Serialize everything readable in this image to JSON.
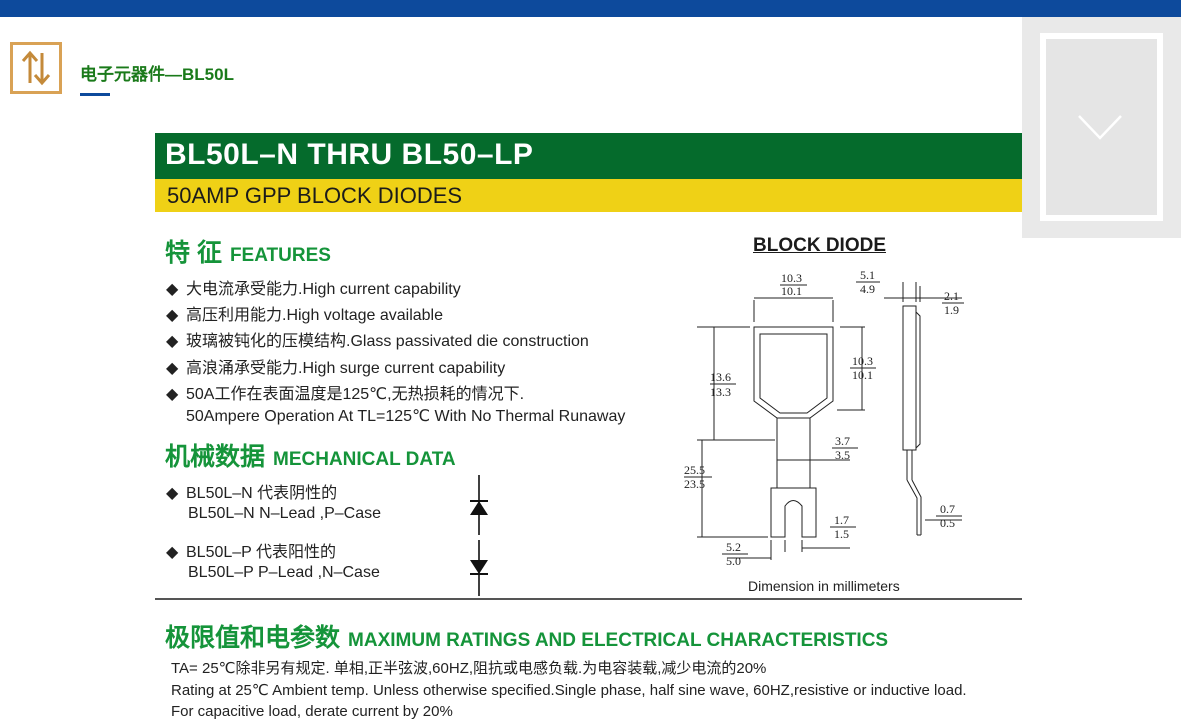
{
  "page": {
    "title": "电子元器件—BL50L"
  },
  "banner": {
    "title": "BL50L–N  THRU  BL50–LP",
    "subtitle": "50AMP GPP BLOCK DIODES"
  },
  "features": {
    "heading_cn": "特  征",
    "heading_en": "FEATURES",
    "items": [
      "大电流承受能力.High current capability",
      "高压利用能力.High voltage available",
      "玻璃被钝化的压模结构.Glass passivated die construction",
      "高浪涌承受能力.High surge current capability",
      "50A工作在表面温度是125℃,无热损耗的情况下."
    ],
    "item5_line2": "50Ampere Operation At TL=125℃ With No Thermal Runaway"
  },
  "mechanical": {
    "heading_cn": "机械数据",
    "heading_en": "MECHANICAL DATA",
    "n_title": "BL50L–N 代表阴性的",
    "n_detail": "BL50L–N   N–Lead  ,P–Case",
    "p_title": "BL50L–P 代表阳性的",
    "p_detail": "BL50L–P   P–Lead  ,N–Case"
  },
  "block_diode": {
    "title": "BLOCK DIODE",
    "caption": "Dimension in millimeters",
    "dims": {
      "top_width_max": "10.3",
      "top_width_min": "10.1",
      "thick_max": "5.1",
      "thick_min": "4.9",
      "tab_max": "2.1",
      "tab_min": "1.9",
      "body_h_max": "13.6",
      "body_h_min": "13.3",
      "inner_h_max": "10.3",
      "inner_h_min": "10.1",
      "neck_max": "3.7",
      "neck_min": "3.5",
      "total_h_max": "25.5",
      "total_h_min": "23.5",
      "lead_max": "0.7",
      "lead_min": "0.5",
      "slot_max": "1.7",
      "slot_min": "1.5",
      "foot_max": "5.2",
      "foot_min": "5.0"
    }
  },
  "ratings": {
    "heading_cn": "极限值和电参数",
    "heading_en": "MAXIMUM RATINGS AND ELECTRICAL CHARACTERISTICS",
    "line1": "TA= 25℃除非另有规定. 单相,正半弦波,60HZ,阻抗或电感负载.为电容装载,减少电流的20%",
    "line2": "Rating at 25℃ Ambient temp. Unless otherwise specified.Single phase, half sine wave, 60HZ,resistive or inductive load.",
    "line3": "For capacitive load, derate current by 20%"
  },
  "colors": {
    "top_bar": "#0d4a9c",
    "banner_green": "#056b2c",
    "banner_yellow": "#efd116",
    "heading_green": "#15943a",
    "icon_border": "#d9a255"
  },
  "icons": {
    "sort": "sort-arrows-icon",
    "chevron": "chevron-down-icon",
    "bullet": "diamond-bullet-icon"
  }
}
